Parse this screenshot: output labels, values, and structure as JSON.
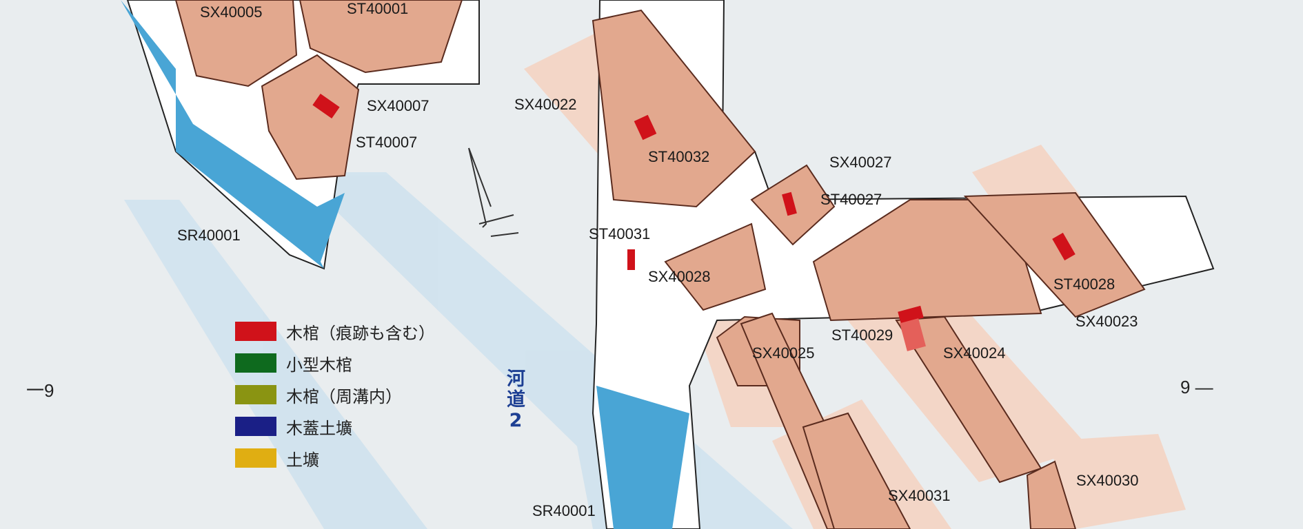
{
  "legend": [
    {
      "label": "木棺（痕跡も含む）",
      "color": "#d0121a"
    },
    {
      "label": "小型木棺",
      "color": "#0e6a1e"
    },
    {
      "label": "木棺（周溝内）",
      "color": "#8a9412"
    },
    {
      "label": "木蓋土壙",
      "color": "#1a1f86"
    },
    {
      "label": "土壙",
      "color": "#e0ae12"
    }
  ],
  "river_label": [
    "河",
    "道",
    "2"
  ],
  "grid_marks": {
    "left": "一9",
    "right": "9 —"
  },
  "features": {
    "sx40005": "SX40005",
    "st40001": "ST40001",
    "sx40007": "SX40007",
    "st40007": "ST40007",
    "sx40022": "SX40022",
    "st40032": "ST40032",
    "sx40027": "SX40027",
    "st40027": "ST40027",
    "st40031": "ST40031",
    "sx40028": "SX40028",
    "sr40001_top": "SR40001",
    "st40028": "ST40028",
    "sx40023": "SX40023",
    "st40029": "ST40029",
    "sx40025": "SX40025",
    "sx40024": "SX40024",
    "sx40031": "SX40031",
    "sx40030": "SX40030",
    "sr40001_bottom": "SR40001"
  },
  "colors": {
    "mound": "#e2a88e",
    "halo": "#f3d3c3",
    "water": "#4aa6d6",
    "band": "#cfe3ee",
    "coffin": "#d0121a"
  }
}
